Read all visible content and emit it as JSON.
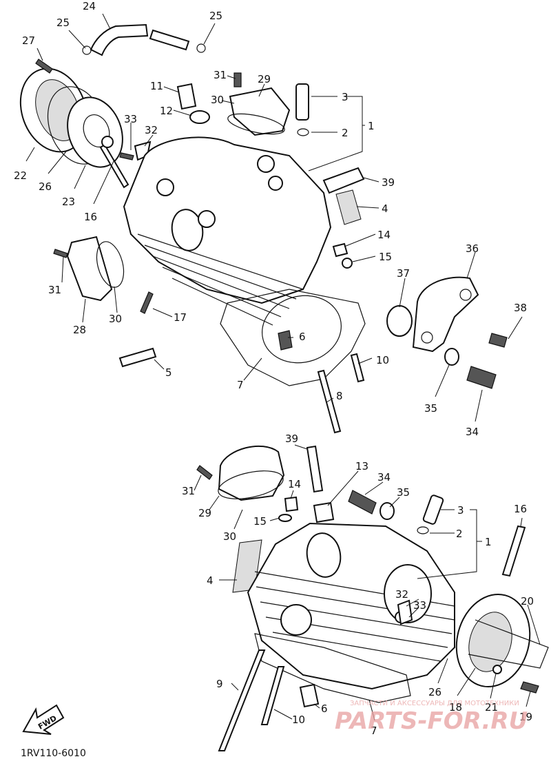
{
  "diagram": {
    "doc_code": "1RV110-6010",
    "fwd_label": "FWD",
    "watermark_small": "ЗАПЧАСТИ И АКСЕССУАРЫ ДЛЯ МОТОТЕХНИКИ",
    "watermark_brand": "PARTS-FOR.RU",
    "colors": {
      "line": "#111111",
      "watermark": "#e8a0a0",
      "background": "#ffffff"
    }
  },
  "callouts": {
    "top_1": "1",
    "top_2": "2",
    "top_3": "3",
    "top_4": "4",
    "top_5": "5",
    "top_6": "6",
    "top_7": "7",
    "top_8": "8",
    "top_10": "10",
    "top_11": "11",
    "top_12": "12",
    "top_14": "14",
    "top_15": "15",
    "top_16": "16",
    "top_17": "17",
    "top_22": "22",
    "top_23": "23",
    "top_24": "24",
    "top_25a": "25",
    "top_25b": "25",
    "top_26": "26",
    "top_27": "27",
    "top_28": "28",
    "top_29": "29",
    "top_30a": "30",
    "top_30b": "30",
    "top_31a": "31",
    "top_31b": "31",
    "top_32": "32",
    "top_33": "33",
    "top_34": "34",
    "top_35": "35",
    "top_36": "36",
    "top_37": "37",
    "top_38": "38",
    "top_39": "39",
    "bot_1": "1",
    "bot_2": "2",
    "bot_3": "3",
    "bot_4": "4",
    "bot_6": "6",
    "bot_7": "7",
    "bot_9": "9",
    "bot_10": "10",
    "bot_13": "13",
    "bot_14": "14",
    "bot_15": "15",
    "bot_16": "16",
    "bot_18": "18",
    "bot_19": "19",
    "bot_20": "20",
    "bot_21": "21",
    "bot_26": "26",
    "bot_29": "29",
    "bot_30": "30",
    "bot_31": "31",
    "bot_32": "32",
    "bot_33": "33",
    "bot_34": "34",
    "bot_35": "35",
    "bot_39": "39"
  }
}
